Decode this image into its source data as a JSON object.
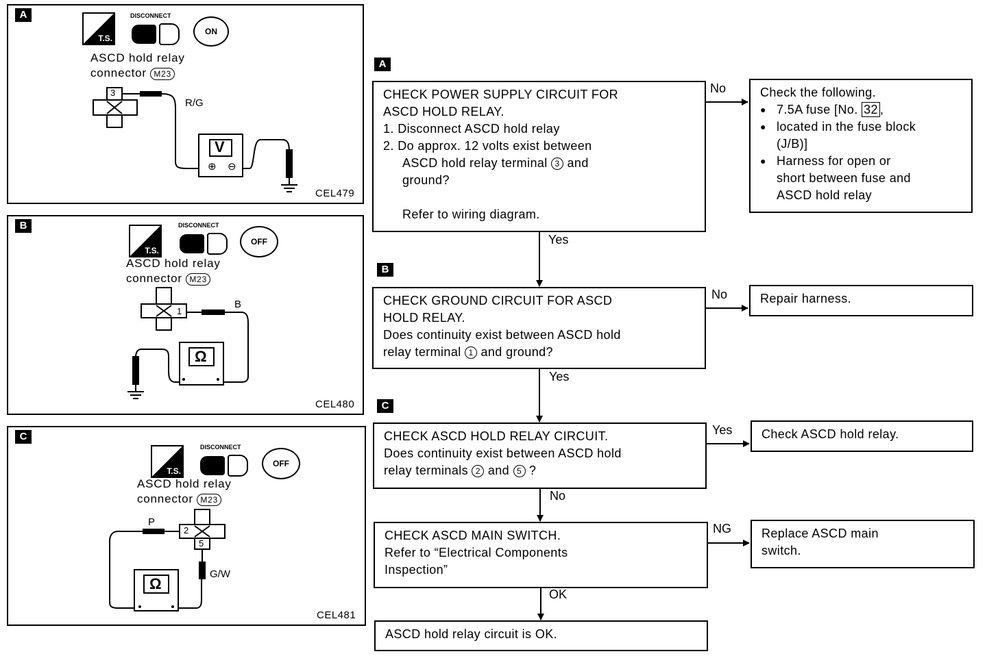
{
  "panels": [
    {
      "tag": "A",
      "connector_line1": "ASCD hold relay",
      "connector_line2": "connector",
      "connector_id": "M23",
      "wire": "R/G",
      "terminal": "3",
      "meter": "V",
      "code": "CEL479",
      "disconnect": "DISCONNECT",
      "ts": "T.S.",
      "switch": "ON"
    },
    {
      "tag": "B",
      "connector_line1": "ASCD hold relay",
      "connector_line2": "connector",
      "connector_id": "M23",
      "wire": "B",
      "terminal": "1",
      "meter": "Ω",
      "code": "CEL480",
      "disconnect": "DISCONNECT",
      "ts": "T.S.",
      "switch": "OFF"
    },
    {
      "tag": "C",
      "connector_line1": "ASCD hold relay",
      "connector_line2": "connector",
      "connector_id": "M23",
      "wire1": "P",
      "wire2": "G/W",
      "terminal1": "2",
      "terminal2": "5",
      "meter": "Ω",
      "code": "CEL481",
      "disconnect": "DISCONNECT",
      "ts": "T.S.",
      "switch": "OFF"
    }
  ],
  "flow": {
    "stepA": {
      "tag": "A",
      "title1": "CHECK POWER SUPPLY CIRCUIT FOR",
      "title2": "ASCD HOLD RELAY.",
      "item1": "1. Disconnect ASCD hold relay",
      "item2": "2. Do approx. 12 volts exist between",
      "item2b_pre": "ASCD hold relay terminal",
      "terminal": "3",
      "item2b_post": "and",
      "item2c": "ground?",
      "note": "Refer to wiring diagram."
    },
    "resultA": {
      "line1": "Check the following.",
      "b1_pre": "7.5A fuse [No.",
      "fuse": "32",
      "b1_post": ",",
      "b1_l2": "located in the fuse block",
      "b1_l3": "(J/B)]",
      "b2_l1": "Harness for open or",
      "b2_l2": "short between fuse and",
      "b2_l3": "ASCD hold relay"
    },
    "stepB": {
      "tag": "B",
      "title1": "CHECK GROUND CIRCUIT FOR ASCD",
      "title2": "HOLD RELAY.",
      "q1": "Does continuity exist between ASCD hold",
      "q2_pre": "relay terminal",
      "terminal": "1",
      "q2_post": "and ground?"
    },
    "resultB": {
      "text": "Repair harness."
    },
    "stepC": {
      "tag": "C",
      "title": "CHECK ASCD HOLD RELAY CIRCUIT.",
      "q1": "Does continuity exist between ASCD hold",
      "q2_pre": "relay terminals",
      "t1": "2",
      "mid": "and",
      "t2": "5",
      "q2_post": "?"
    },
    "resultC": {
      "text": "Check ASCD hold relay."
    },
    "stepD": {
      "title": "CHECK ASCD MAIN SWITCH.",
      "l2": "Refer to “Electrical Components",
      "l3": "Inspection”"
    },
    "resultD": {
      "l1": "Replace ASCD main",
      "l2": "switch."
    },
    "final": {
      "text": "ASCD hold relay circuit is OK."
    },
    "labels": {
      "no1": "No",
      "yes1": "Yes",
      "no2": "No",
      "yes2": "Yes",
      "yes3": "Yes",
      "no3": "No",
      "ng": "NG",
      "ok": "OK"
    }
  }
}
